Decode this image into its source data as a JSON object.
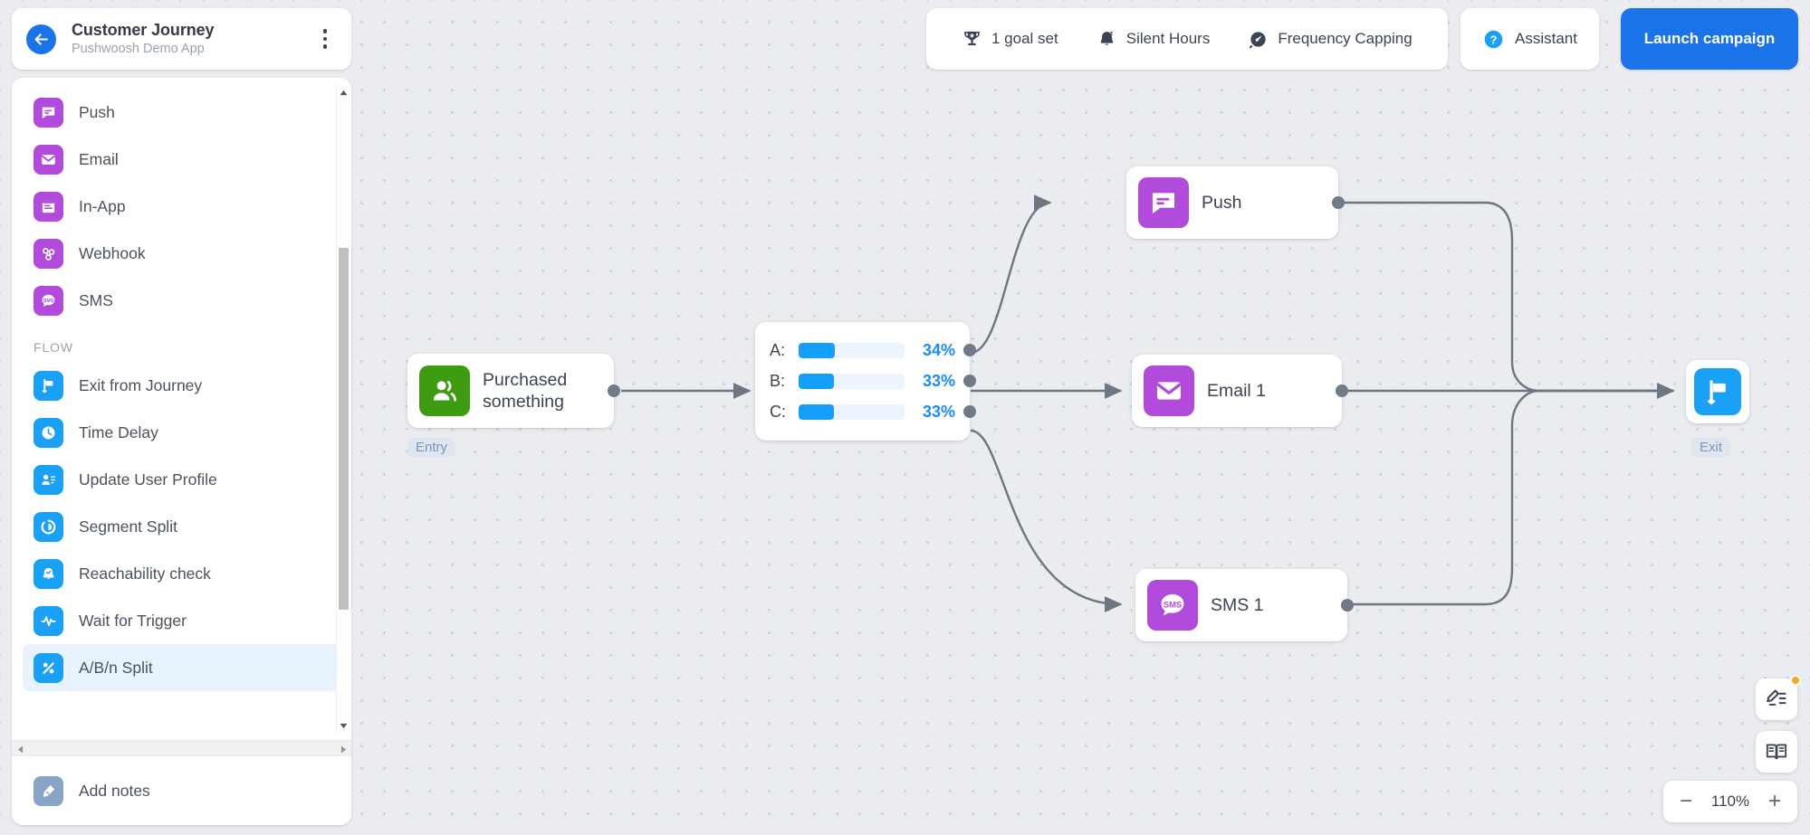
{
  "header": {
    "journey": {
      "title": "Customer Journey",
      "subtitle": "Pushwoosh Demo App",
      "back_icon": "arrow-left-icon",
      "menu_icon": "more-vertical-icon"
    },
    "tools": [
      {
        "label": "1 goal set",
        "icon": "trophy-icon"
      },
      {
        "label": "Silent Hours",
        "icon": "bell-sleep-icon"
      },
      {
        "label": "Frequency Capping",
        "icon": "speed-gauge-icon"
      }
    ],
    "assistant": {
      "label": "Assistant",
      "icon": "question-circle-icon"
    },
    "launch": {
      "label": "Launch campaign"
    }
  },
  "sidebar": {
    "channels": [
      {
        "label": "Push",
        "icon": "push-chat-icon",
        "color": "#b24bdb"
      },
      {
        "label": "Email",
        "icon": "envelope-icon",
        "color": "#b24bdb"
      },
      {
        "label": "In-App",
        "icon": "in-app-window-icon",
        "color": "#b24bdb"
      },
      {
        "label": "Webhook",
        "icon": "webhook-icon",
        "color": "#b24bdb"
      },
      {
        "label": "SMS",
        "icon": "sms-bubble-icon",
        "color": "#b24bdb"
      }
    ],
    "section_label": "FLOW",
    "flow": [
      {
        "label": "Exit from Journey",
        "icon": "flag-icon",
        "color": "#1aa0f5",
        "active": false
      },
      {
        "label": "Time Delay",
        "icon": "clock-icon",
        "color": "#1aa0f5",
        "active": false
      },
      {
        "label": "Update User Profile",
        "icon": "user-card-icon",
        "color": "#1aa0f5",
        "active": false
      },
      {
        "label": "Segment Split",
        "icon": "segment-split-icon",
        "color": "#1aa0f5",
        "active": false
      },
      {
        "label": "Reachability check",
        "icon": "bell-check-icon",
        "color": "#1aa0f5",
        "active": false
      },
      {
        "label": "Wait for Trigger",
        "icon": "pulse-icon",
        "color": "#1aa0f5",
        "active": false
      },
      {
        "label": "A/B/n Split",
        "icon": "percent-icon",
        "color": "#1aa0f5",
        "active": true
      }
    ],
    "notes": {
      "label": "Add notes",
      "icon": "note-pen-icon",
      "color": "#8aa4c8"
    }
  },
  "flow_canvas": {
    "entry_node": {
      "label": "Purchased\nsomething",
      "badge": "Entry",
      "icon": "users-icon",
      "color": "#3f9b12"
    },
    "split_node": {
      "branches": [
        {
          "key": "A:",
          "percent": "34%",
          "value": 34
        },
        {
          "key": "B:",
          "percent": "33%",
          "value": 33
        },
        {
          "key": "C:",
          "percent": "33%",
          "value": 33
        }
      ],
      "bar_color": "#14a0fa",
      "track_color": "#eef4fd"
    },
    "channel_nodes": [
      {
        "label": "Push",
        "icon": "push-chat-icon",
        "color": "#b24bdb"
      },
      {
        "label": "Email 1",
        "icon": "envelope-icon",
        "color": "#b24bdb"
      },
      {
        "label": "SMS 1",
        "icon": "sms-bubble-icon",
        "color": "#b24bdb"
      }
    ],
    "exit_node": {
      "badge": "Exit",
      "icon": "flag-icon",
      "color": "#1aa0f5"
    }
  },
  "controls": {
    "notes_fab": {
      "icon": "pen-list-icon",
      "has_badge": true
    },
    "docs_fab": {
      "icon": "book-open-icon"
    },
    "zoom": {
      "value": "110%",
      "minus": "−",
      "plus": "+"
    }
  }
}
